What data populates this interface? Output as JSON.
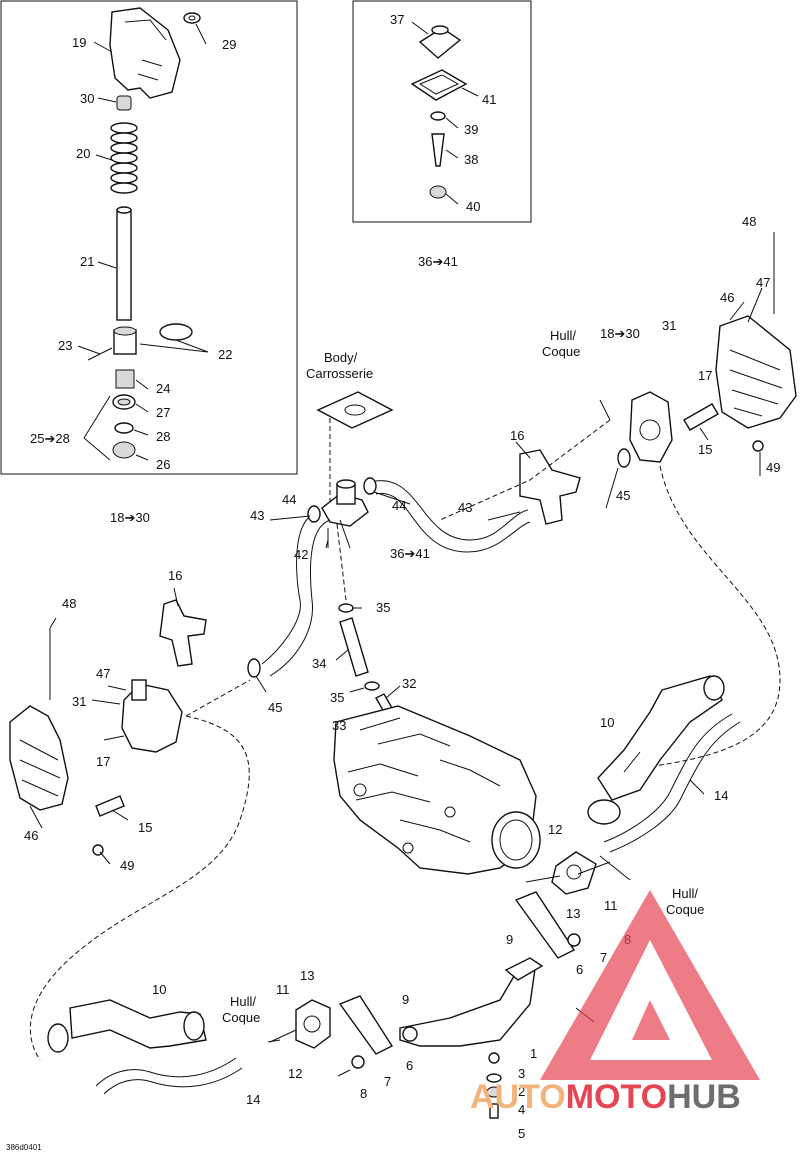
{
  "callouts": {
    "c19": "19",
    "c29": "29",
    "c30": "30",
    "c20": "20",
    "c21": "21",
    "c23": "23",
    "c22": "22",
    "c24": "24",
    "c27": "27",
    "c2528": "25➔28",
    "c28": "28",
    "c26": "26",
    "c37": "37",
    "c41": "41",
    "c39": "39",
    "c38": "38",
    "c40": "40",
    "c48a": "48",
    "c47a": "47",
    "c46a": "46",
    "c1830a": "18➔30",
    "c31a": "31",
    "c17a": "17",
    "c15a": "15",
    "c49a": "49",
    "c45a": "45",
    "c16a": "16",
    "c3641a": "36➔41",
    "c44a": "44",
    "c44b": "44",
    "c43a": "43",
    "c43b": "43",
    "c42": "42",
    "c3641b": "36➔41",
    "c35a": "35",
    "c34": "34",
    "c35b": "35",
    "c32": "32",
    "c33": "33",
    "c1830b": "18➔30",
    "c16b": "16",
    "c48b": "48",
    "c47b": "47",
    "c31b": "31",
    "c17b": "17",
    "c15b": "15",
    "c46b": "46",
    "c49b": "49",
    "c45b": "45",
    "c10a": "10",
    "c14a": "14",
    "c12a": "12",
    "c11a": "11",
    "c13a": "13",
    "c9": "9",
    "c8a": "8",
    "c7a": "7",
    "c6a": "6",
    "c10b": "10",
    "c14b": "14",
    "c13b": "13",
    "c11b": "11",
    "c12b": "12",
    "c9b": "9",
    "c6b": "6",
    "c7b": "7",
    "c8b": "8",
    "c1": "1",
    "c3": "3",
    "c2": "2",
    "c4": "4",
    "c5": "5"
  },
  "labels": {
    "body_line1": "Body/",
    "body_line2": "Carrosserie",
    "hull_top_line1": "Hull/",
    "hull_top_line2": "Coque",
    "hull_mid_line1": "Hull/",
    "hull_mid_line2": "Coque",
    "hull_bottom_line1": "Hull/",
    "hull_bottom_line2": "Coque"
  },
  "doc_code": "386d0401",
  "watermark": {
    "text_part1": "AUTO",
    "text_part2": "MOTO",
    "text_part3": "HUB",
    "color_auto": "#f2b47a",
    "color_moto": "#e64553",
    "color_hub": "#6d6d6d"
  }
}
